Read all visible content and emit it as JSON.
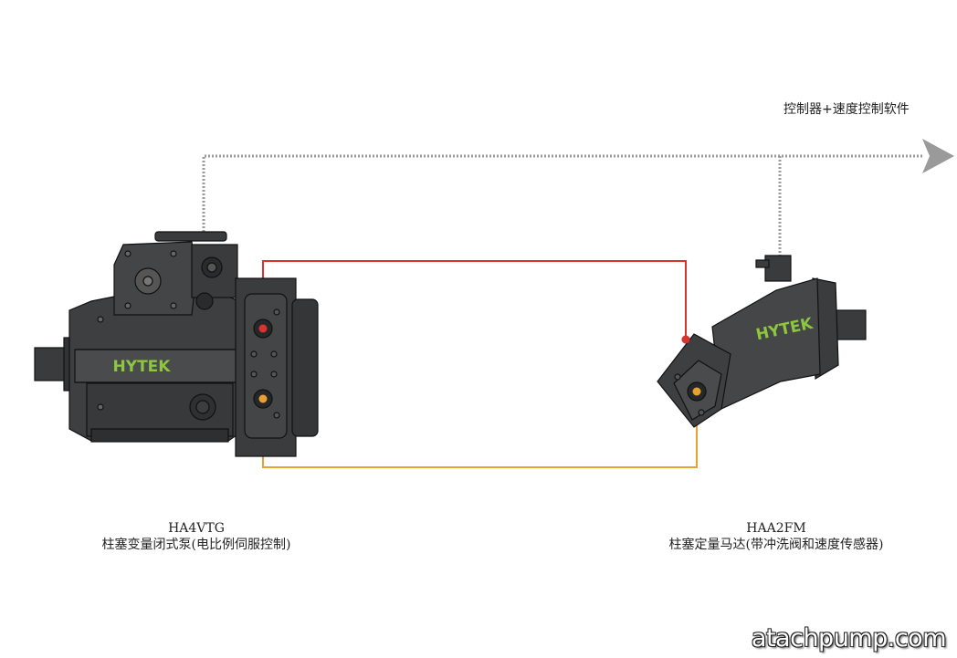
{
  "control_link": {
    "label": "控制器+速度控制软件"
  },
  "pump": {
    "brand": "HYTEK",
    "model": "HA4VTG",
    "description": "柱塞变量闭式泵(电比例伺服控制)"
  },
  "motor": {
    "brand": "HYTEK",
    "model": "HAA2FM",
    "description": "柱塞定量马达(带冲洗阀和速度传感器)"
  },
  "watermark": "atachpump.com",
  "colors": {
    "pressure_line": "#d8332f",
    "return_line": "#e8a030",
    "control_line": "#9a9a9a",
    "brand_text": "#8dc63f",
    "body": "#3a3b3c"
  }
}
